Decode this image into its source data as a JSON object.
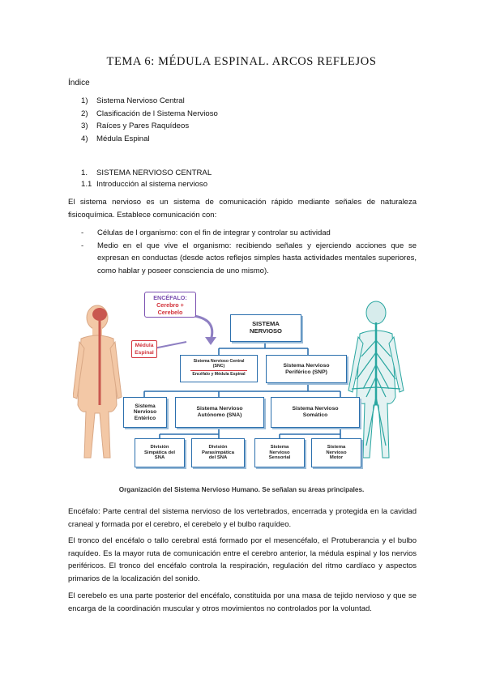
{
  "title": "TEMA 6: MÉDULA ESPINAL. ARCOS REFLEJOS",
  "index": {
    "label": "Índice",
    "items": [
      {
        "num": "1)",
        "text": "Sistema Nervioso Central"
      },
      {
        "num": "2)",
        "text": "Clasificación de l Sistema Nervioso"
      },
      {
        "num": "3)",
        "text": "Raíces y Pares Raquídeos"
      },
      {
        "num": "4)",
        "text": "Médula Espinal"
      }
    ]
  },
  "section1": {
    "num": "1.",
    "title": "SISTEMA NERVIOSO CENTRAL"
  },
  "section1_1": {
    "num": "1.1",
    "title": "Introducción al sistema nervioso"
  },
  "intro_paragraph": "El sistema nervioso es un sistema de comunicación rápido mediante señales de naturaleza fisicoquímica. Establece comunicación con:",
  "bullets": [
    "Células de l organismo: con el fin de integrar y controlar su actividad",
    "Medio en el que vive el organismo: recibiendo señales y ejerciendo acciones que se expresan en conductas (desde actos reflejos simples hasta actividades mentales superiores, como hablar y poseer consciencia de uno mismo)."
  ],
  "bullet_marker": "-",
  "figure": {
    "encefalo_title": "ENCÉFALO:",
    "encefalo_sub1": "Cerebro +",
    "encefalo_sub2": "Cerebelo",
    "medula_l1": "Médula",
    "medula_l2": "Espinal",
    "sn_l1": "SISTEMA",
    "sn_l2": "NERVIOSO",
    "snc_l1": "Sistema Nervioso Central",
    "snc_l2": "(SNC)",
    "snc_l3": "Encéfalo y Médula Espinal",
    "snp_l1": "Sistema Nervioso",
    "snp_l2": "Periférico (SNP)",
    "ent_l1": "Sistema",
    "ent_l2": "Nervioso",
    "ent_l3": "Entérico",
    "sna_l1": "Sistema Nervioso",
    "sna_l2": "Autónomo (SNA)",
    "som_l1": "Sistema Nervioso",
    "som_l2": "Somático",
    "simp_l1": "División",
    "simp_l2": "Simpática del",
    "simp_l3": "SNA",
    "para_l1": "División",
    "para_l2": "Parasimpática",
    "para_l3": "del SNA",
    "sens_l1": "Sistema",
    "sens_l2": "Nervioso",
    "sens_l3": "Sensorial",
    "mot_l1": "Sistema",
    "mot_l2": "Nervioso",
    "mot_l3": "Motor",
    "caption": "Organización del Sistema Nervioso Humano. Se señalan su áreas principales."
  },
  "paragraphs": [
    "Encéfalo: Parte central del sistema nervioso de los vertebrados, encerrada y protegida en la cavidad craneal y formada por el cerebro, el cerebelo y el bulbo raquídeo.",
    "El tronco del encéfalo o tallo cerebral está formado por el mesencéfalo, el Protuberancia y el bulbo raquídeo. Es la mayor ruta de comunicación entre el cerebro anterior, la médula espinal y los nervios periféricos. El tronco del encéfalo controla la respiración, regulación del ritmo cardíaco y aspectos primarios de la localización del sonido.",
    "El cerebelo es una parte posterior del encéfalo, constituida por una masa de tejido nervioso y que se encarga de la coordinación muscular y otros movimientos no controlados por la voluntad."
  ],
  "colors": {
    "box_border": "#2b6fad",
    "box_shadow": "#9bbcd8",
    "skin": "#f3c8a6",
    "nerve": "#29a6a0",
    "encefalo_border": "#7a4fb0",
    "red_label": "#d2323a",
    "arrow_purple": "#8e7fc2"
  }
}
